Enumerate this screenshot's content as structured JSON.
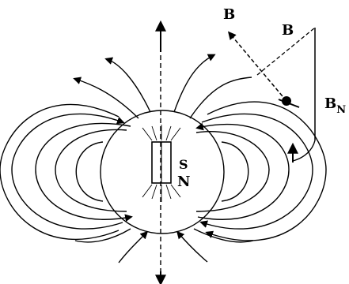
{
  "labels": {
    "b_total": "B",
    "b_horizontal": "B",
    "b_n_main": "B",
    "b_n_sub": "N",
    "pole_south": "S",
    "pole_north": "N"
  }
}
